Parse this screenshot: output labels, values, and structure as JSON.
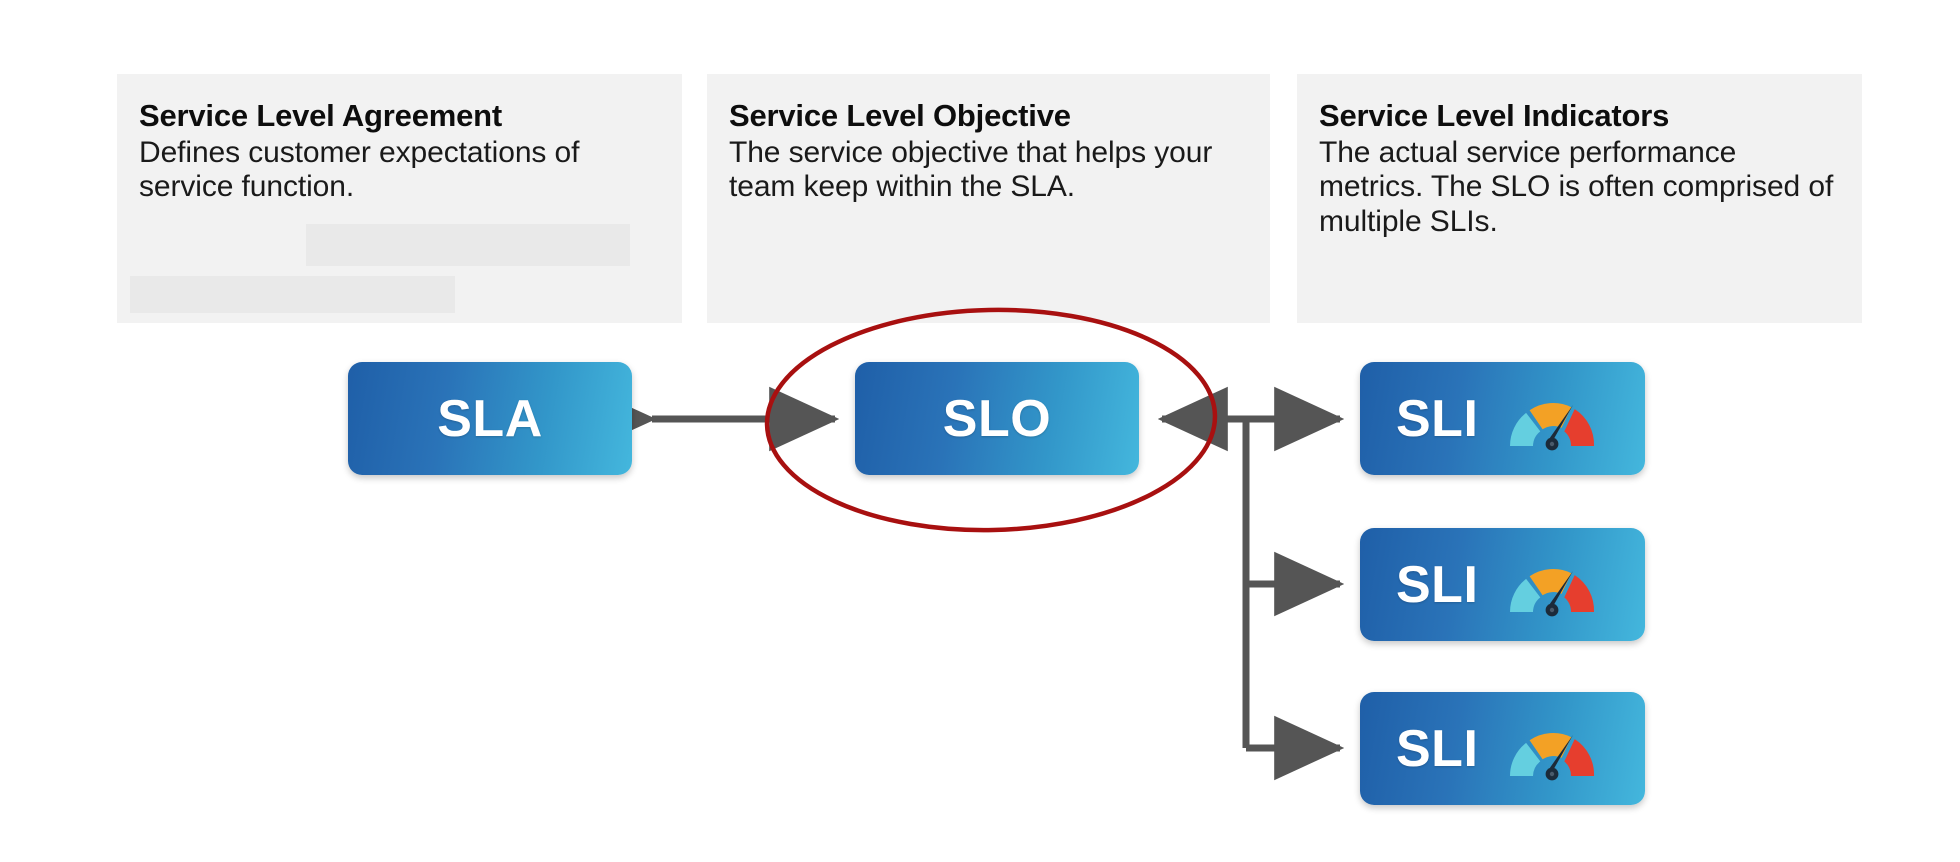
{
  "diagram": {
    "title": "SLA / SLO / SLI relationship diagram",
    "colors": {
      "card_background": "#f2f2f2",
      "redaction_block": "#e9e9e9",
      "node_gradient_start": "#1f5fa8",
      "node_gradient_end": "#44b7dd",
      "node_label_text": "#ffffff",
      "connector": "#555555",
      "highlight_ellipse": "#a81010",
      "gauge_low": "#64cfe0",
      "gauge_mid": "#f3a125",
      "gauge_high": "#e63e2e",
      "gauge_needle": "#1c2b3a"
    },
    "cards": [
      {
        "title": "Service Level Agreement",
        "body": "Defines customer expectations of service function."
      },
      {
        "title": "Service Level Objective",
        "body": "The service objective that helps your team keep within the SLA."
      },
      {
        "title": "Service Level Indicators",
        "body": "The actual service performance metrics. The SLO is often comprised of multiple SLIs."
      }
    ],
    "nodes": {
      "sla": "SLA",
      "slo": "SLO",
      "sli": [
        "SLI",
        "SLI",
        "SLI"
      ]
    },
    "icons": {
      "gauge": "gauge-icon"
    },
    "annotation": {
      "shape": "ellipse",
      "target": "SLO",
      "color": "#a81010"
    },
    "connectors": [
      {
        "from": "SLA",
        "to": "SLO",
        "style": "double-headed-arrow"
      },
      {
        "from": "SLO",
        "to": "SLI-1",
        "style": "arrow"
      },
      {
        "from": "SLO",
        "to": "SLI-2",
        "style": "arrow"
      },
      {
        "from": "SLO",
        "to": "SLI-3",
        "style": "arrow"
      }
    ]
  }
}
